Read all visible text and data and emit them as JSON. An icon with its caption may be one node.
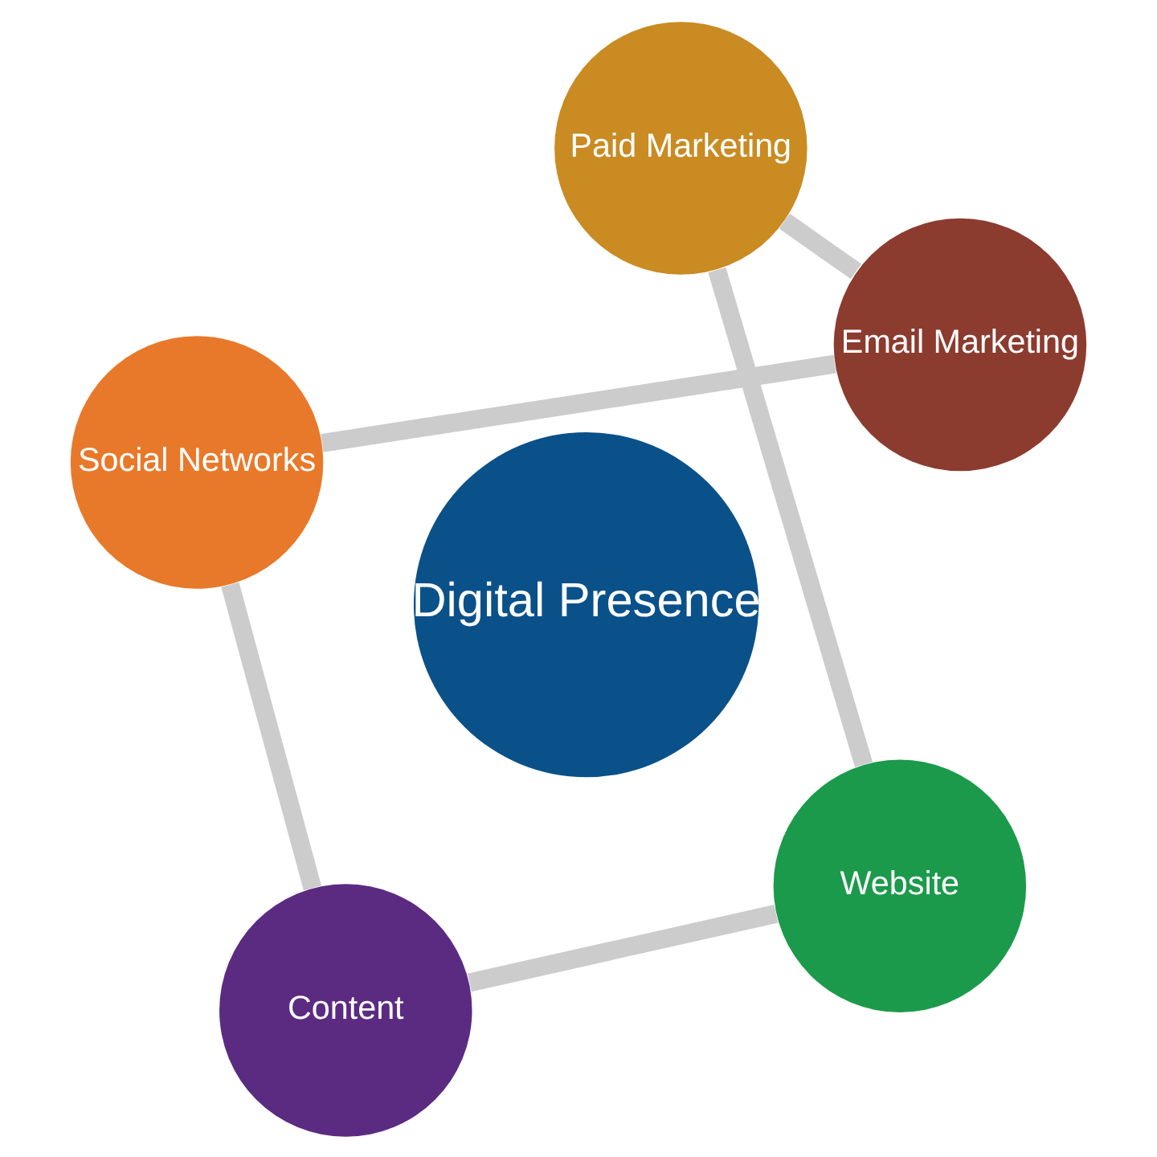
{
  "diagram": {
    "nodes": [
      {
        "text": [
          "Digital Presence"
        ]
      },
      {
        "text": [
          "Website"
        ]
      },
      {
        "text": [
          "Content"
        ]
      },
      {
        "text": [
          "Social Networks"
        ]
      },
      {
        "text": [
          "Email Marketing"
        ]
      },
      {
        "text": [
          "Paid Marketing"
        ]
      }
    ],
    "edges": [
      {
        "from": 1,
        "to": 2,
        "arrow": "none"
      },
      {
        "from": 2,
        "to": 3,
        "arrow": "none"
      },
      {
        "from": 3,
        "to": 4,
        "arrow": "none"
      },
      {
        "from": 4,
        "to": 5,
        "arrow": "none"
      },
      {
        "from": 5,
        "to": 1,
        "arrow": "none"
      }
    ]
  }
}
